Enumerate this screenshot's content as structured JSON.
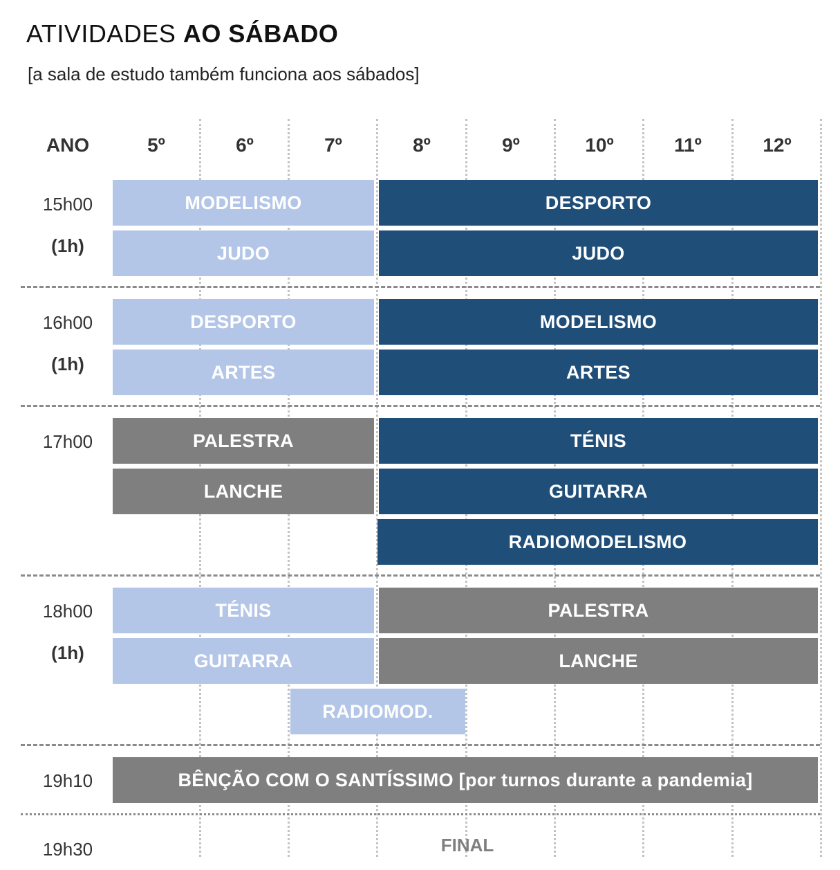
{
  "title": {
    "normal": "ATIVIDADES",
    "bold": "AO SÁBADO"
  },
  "subtitle": "[a sala de estudo também funciona aos sábados]",
  "header": {
    "year_label": "ANO",
    "grades": [
      "5º",
      "6º",
      "7º",
      "8º",
      "9º",
      "10º",
      "11º",
      "12º"
    ]
  },
  "slots": [
    {
      "time": "15h00",
      "duration": "(1h)",
      "rows": [
        {
          "younger": "MODELISMO",
          "older": "DESPORTO"
        },
        {
          "younger": "JUDO",
          "older": "JUDO"
        }
      ]
    },
    {
      "time": "16h00",
      "duration": "(1h)",
      "rows": [
        {
          "younger": "DESPORTO",
          "older": "MODELISMO"
        },
        {
          "younger": "ARTES",
          "older": "ARTES"
        }
      ]
    },
    {
      "time": "17h00",
      "rows": [
        {
          "younger": "PALESTRA",
          "older": "TÉNIS"
        },
        {
          "younger": "LANCHE",
          "older": "GUITARRA"
        },
        {
          "older": "RADIOMODELISMO"
        }
      ]
    },
    {
      "time": "18h00",
      "duration": "(1h)",
      "rows": [
        {
          "younger": "TÉNIS",
          "older": "PALESTRA"
        },
        {
          "younger": "GUITARRA",
          "older": "LANCHE"
        },
        {
          "middle": "RADIOMOD."
        }
      ]
    },
    {
      "time": "19h10",
      "rows": [
        {
          "all": "BÊNÇÃO COM O SANTÍSSIMO [por turnos durante a pandemia]"
        }
      ]
    },
    {
      "time": "19h30",
      "final": "FINAL"
    }
  ],
  "colors": {
    "younger_blue": "#b4c6e7",
    "older_blue": "#1f4e79",
    "gray": "#7f7f7f"
  }
}
